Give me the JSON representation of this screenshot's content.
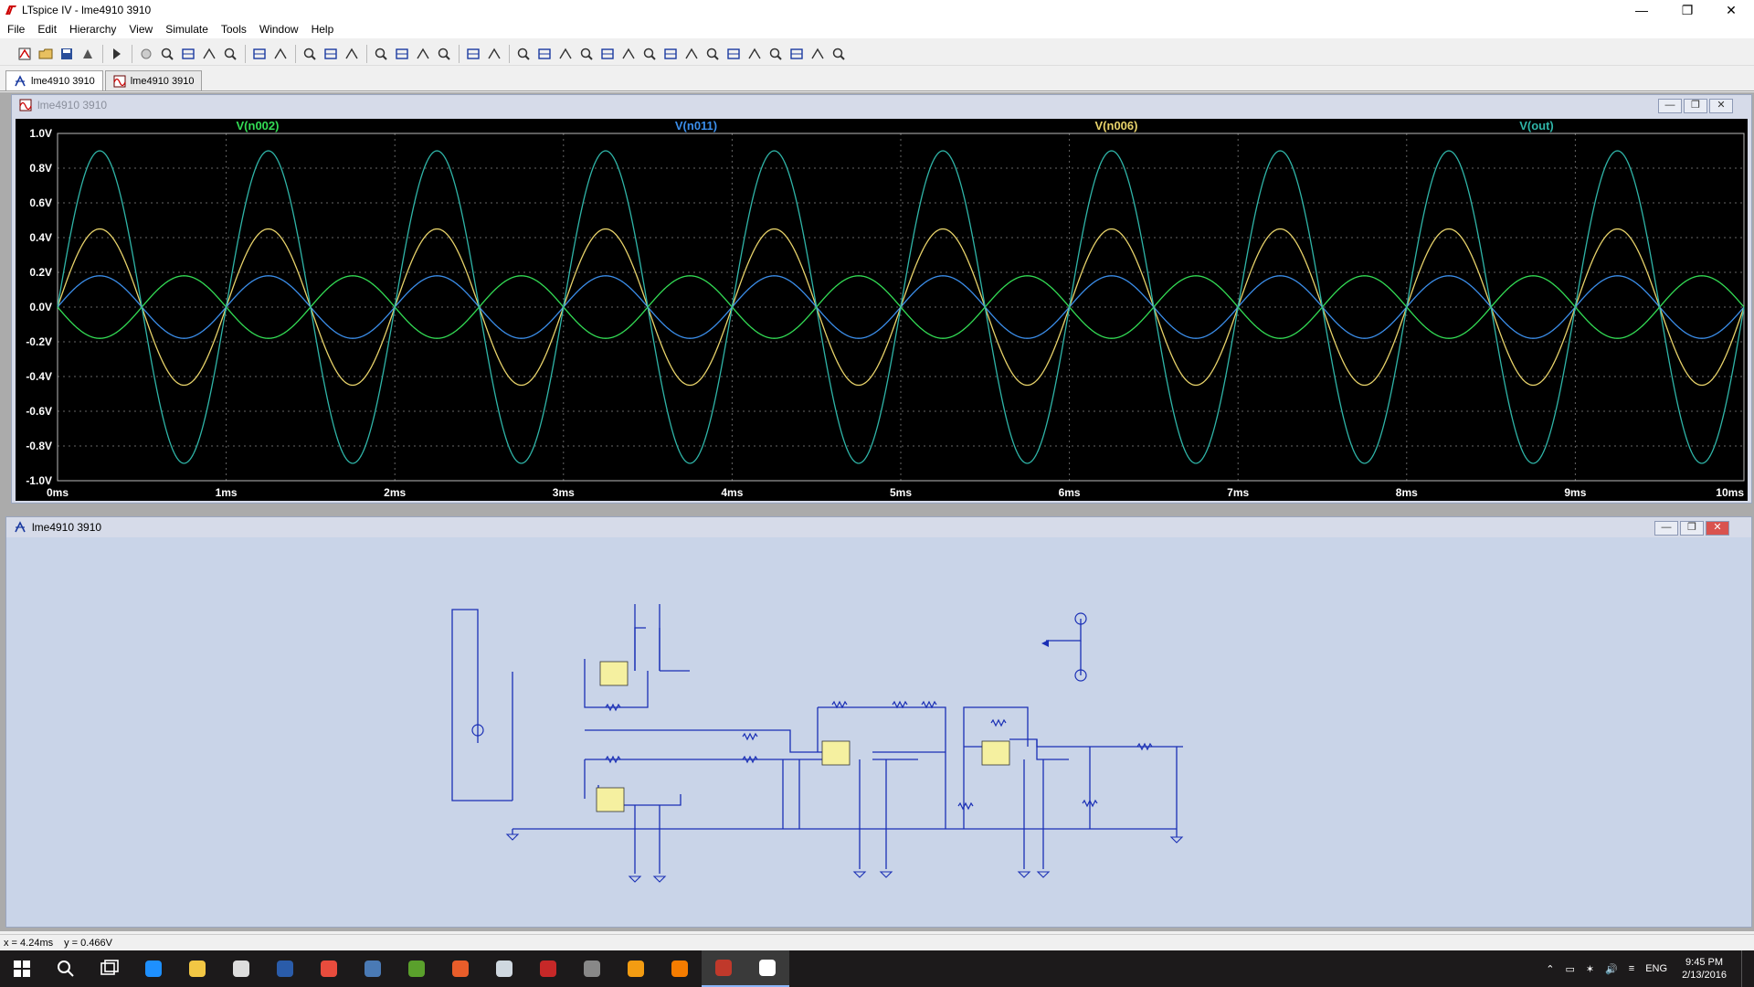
{
  "window": {
    "title": "LTspice IV - lme4910 3910",
    "minimize": "—",
    "restore": "❐",
    "close": "✕"
  },
  "menu": [
    "File",
    "Edit",
    "Hierarchy",
    "View",
    "Simulate",
    "Tools",
    "Window",
    "Help"
  ],
  "toolbar_icons": [
    "new-schematic-icon",
    "open-icon",
    "save-icon",
    "control-panel-icon",
    "run-icon",
    "halt-icon",
    "zoom-in-icon",
    "zoom-pan-icon",
    "zoom-out-icon",
    "zoom-fit-icon",
    "autorange-icon",
    "grid-icon",
    "tile-horizontal-icon",
    "tile-vertical-icon",
    "cascade-icon",
    "cut-icon",
    "copy-icon",
    "paste-icon",
    "find-icon",
    "print-setup-icon",
    "print-icon",
    "wire-icon",
    "ground-icon",
    "label-icon",
    "resistor-icon",
    "capacitor-icon",
    "inductor-icon",
    "diode-icon",
    "component-icon",
    "move-icon",
    "drag-icon",
    "undo-icon",
    "redo-icon",
    "rotate-icon",
    "mirror-icon",
    "text-icon",
    "spice-directive-icon"
  ],
  "doc_tabs": [
    {
      "label": "lme4910 3910",
      "icon": "schematic-icon"
    },
    {
      "label": "lme4910 3910",
      "icon": "waveform-icon"
    }
  ],
  "plot_window": {
    "title": "lme4910 3910",
    "traces": [
      {
        "name": "V(n002)",
        "color": "#33dd55",
        "amplitude": 0.18,
        "phase": "inverted"
      },
      {
        "name": "V(n011)",
        "color": "#3b8eea",
        "amplitude": 0.18,
        "phase": "normal"
      },
      {
        "name": "V(n006)",
        "color": "#e8d36a",
        "amplitude": 0.45,
        "phase": "normal"
      },
      {
        "name": "V(out)",
        "color": "#2fb5a8",
        "amplitude": 0.9,
        "phase": "normal"
      }
    ],
    "frequency_hz": 1000,
    "y_ticks": [
      "1.0V",
      "0.8V",
      "0.6V",
      "0.4V",
      "0.2V",
      "0.0V",
      "-0.2V",
      "-0.4V",
      "-0.6V",
      "-0.8V",
      "-1.0V"
    ],
    "x_ticks": [
      "0ms",
      "1ms",
      "2ms",
      "3ms",
      "4ms",
      "5ms",
      "6ms",
      "7ms",
      "8ms",
      "9ms",
      "10ms"
    ]
  },
  "chart_data": {
    "type": "line",
    "x_unit": "ms",
    "xlim": [
      0,
      10
    ],
    "ylim": [
      -1.0,
      1.0
    ],
    "grid": true,
    "legend": "top",
    "series": [
      {
        "name": "V(n002)",
        "function": "-0.18*sin(2*pi*t)"
      },
      {
        "name": "V(n011)",
        "function": "0.18*sin(2*pi*t)"
      },
      {
        "name": "V(n006)",
        "function": "0.45*sin(2*pi*t)"
      },
      {
        "name": "V(out)",
        "function": "0.9*sin(2*pi*t)"
      }
    ]
  },
  "schematic_window": {
    "title": "lme4910 3910"
  },
  "status": {
    "x": "x = 4.24ms",
    "y": "y = 0.466V"
  },
  "taskbar": {
    "apps": [
      "start-icon",
      "search-icon",
      "task-view-icon",
      "edge-icon",
      "file-explorer-icon",
      "store-icon",
      "lightroom-icon",
      "chrome-icon",
      "intel-icon",
      "utorrent-icon",
      "paint-icon",
      "app-icon",
      "yandex-icon",
      "media-icon",
      "winamp-icon",
      "avast-icon",
      "ltspice-icon",
      "photos-icon"
    ],
    "lang": "ENG",
    "time": "9:45 PM",
    "date": "2/13/2016"
  }
}
